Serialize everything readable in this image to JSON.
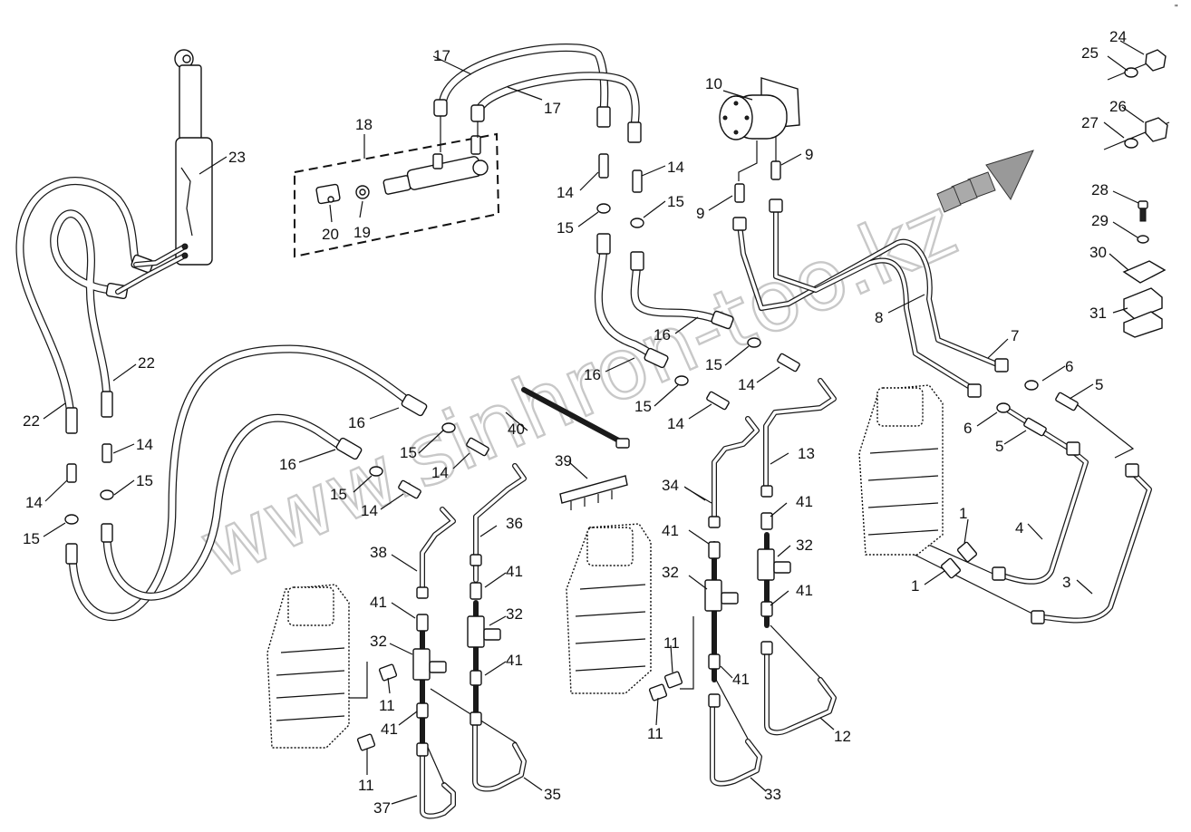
{
  "diagram": {
    "watermark": "www.sinhron-too.kz",
    "corner_mark": "\"",
    "callouts": [
      {
        "id": "c1a",
        "text": "1"
      },
      {
        "id": "c1b",
        "text": "1"
      },
      {
        "id": "c3",
        "text": "3"
      },
      {
        "id": "c4",
        "text": "4"
      },
      {
        "id": "c5a",
        "text": "5"
      },
      {
        "id": "c5b",
        "text": "5"
      },
      {
        "id": "c6a",
        "text": "6"
      },
      {
        "id": "c6b",
        "text": "6"
      },
      {
        "id": "c7",
        "text": "7"
      },
      {
        "id": "c8",
        "text": "8"
      },
      {
        "id": "c9a",
        "text": "9"
      },
      {
        "id": "c9b",
        "text": "9"
      },
      {
        "id": "c10",
        "text": "10"
      },
      {
        "id": "c11a",
        "text": "11"
      },
      {
        "id": "c11b",
        "text": "11"
      },
      {
        "id": "c11c",
        "text": "11"
      },
      {
        "id": "c11d",
        "text": "11"
      },
      {
        "id": "c12",
        "text": "12"
      },
      {
        "id": "c13",
        "text": "13"
      },
      {
        "id": "c14a",
        "text": "14"
      },
      {
        "id": "c14b",
        "text": "14"
      },
      {
        "id": "c14c",
        "text": "14"
      },
      {
        "id": "c14d",
        "text": "14"
      },
      {
        "id": "c14e",
        "text": "14"
      },
      {
        "id": "c14f",
        "text": "14"
      },
      {
        "id": "c14g",
        "text": "14"
      },
      {
        "id": "c14h",
        "text": "14"
      },
      {
        "id": "c15a",
        "text": "15"
      },
      {
        "id": "c15b",
        "text": "15"
      },
      {
        "id": "c15c",
        "text": "15"
      },
      {
        "id": "c15d",
        "text": "15"
      },
      {
        "id": "c15e",
        "text": "15"
      },
      {
        "id": "c15f",
        "text": "15"
      },
      {
        "id": "c15g",
        "text": "15"
      },
      {
        "id": "c15h",
        "text": "15"
      },
      {
        "id": "c16a",
        "text": "16"
      },
      {
        "id": "c16b",
        "text": "16"
      },
      {
        "id": "c16c",
        "text": "16"
      },
      {
        "id": "c16d",
        "text": "16"
      },
      {
        "id": "c17a",
        "text": "17"
      },
      {
        "id": "c17b",
        "text": "17"
      },
      {
        "id": "c18",
        "text": "18"
      },
      {
        "id": "c19",
        "text": "19"
      },
      {
        "id": "c20",
        "text": "20"
      },
      {
        "id": "c22a",
        "text": "22"
      },
      {
        "id": "c22b",
        "text": "22"
      },
      {
        "id": "c23",
        "text": "23"
      },
      {
        "id": "c24",
        "text": "24"
      },
      {
        "id": "c25",
        "text": "25"
      },
      {
        "id": "c26",
        "text": "26"
      },
      {
        "id": "c27",
        "text": "27"
      },
      {
        "id": "c28",
        "text": "28"
      },
      {
        "id": "c29",
        "text": "29"
      },
      {
        "id": "c30",
        "text": "30"
      },
      {
        "id": "c31",
        "text": "31"
      },
      {
        "id": "c32a",
        "text": "32"
      },
      {
        "id": "c32b",
        "text": "32"
      },
      {
        "id": "c32c",
        "text": "32"
      },
      {
        "id": "c32d",
        "text": "32"
      },
      {
        "id": "c33",
        "text": "33"
      },
      {
        "id": "c34",
        "text": "34"
      },
      {
        "id": "c35",
        "text": "35"
      },
      {
        "id": "c36",
        "text": "36"
      },
      {
        "id": "c37",
        "text": "37"
      },
      {
        "id": "c38",
        "text": "38"
      },
      {
        "id": "c39",
        "text": "39"
      },
      {
        "id": "c40",
        "text": "40"
      },
      {
        "id": "c41a",
        "text": "41"
      },
      {
        "id": "c41b",
        "text": "41"
      },
      {
        "id": "c41c",
        "text": "41"
      },
      {
        "id": "c41d",
        "text": "41"
      },
      {
        "id": "c41e",
        "text": "41"
      },
      {
        "id": "c41f",
        "text": "41"
      },
      {
        "id": "c41g",
        "text": "41"
      },
      {
        "id": "c41h",
        "text": "41"
      }
    ]
  }
}
